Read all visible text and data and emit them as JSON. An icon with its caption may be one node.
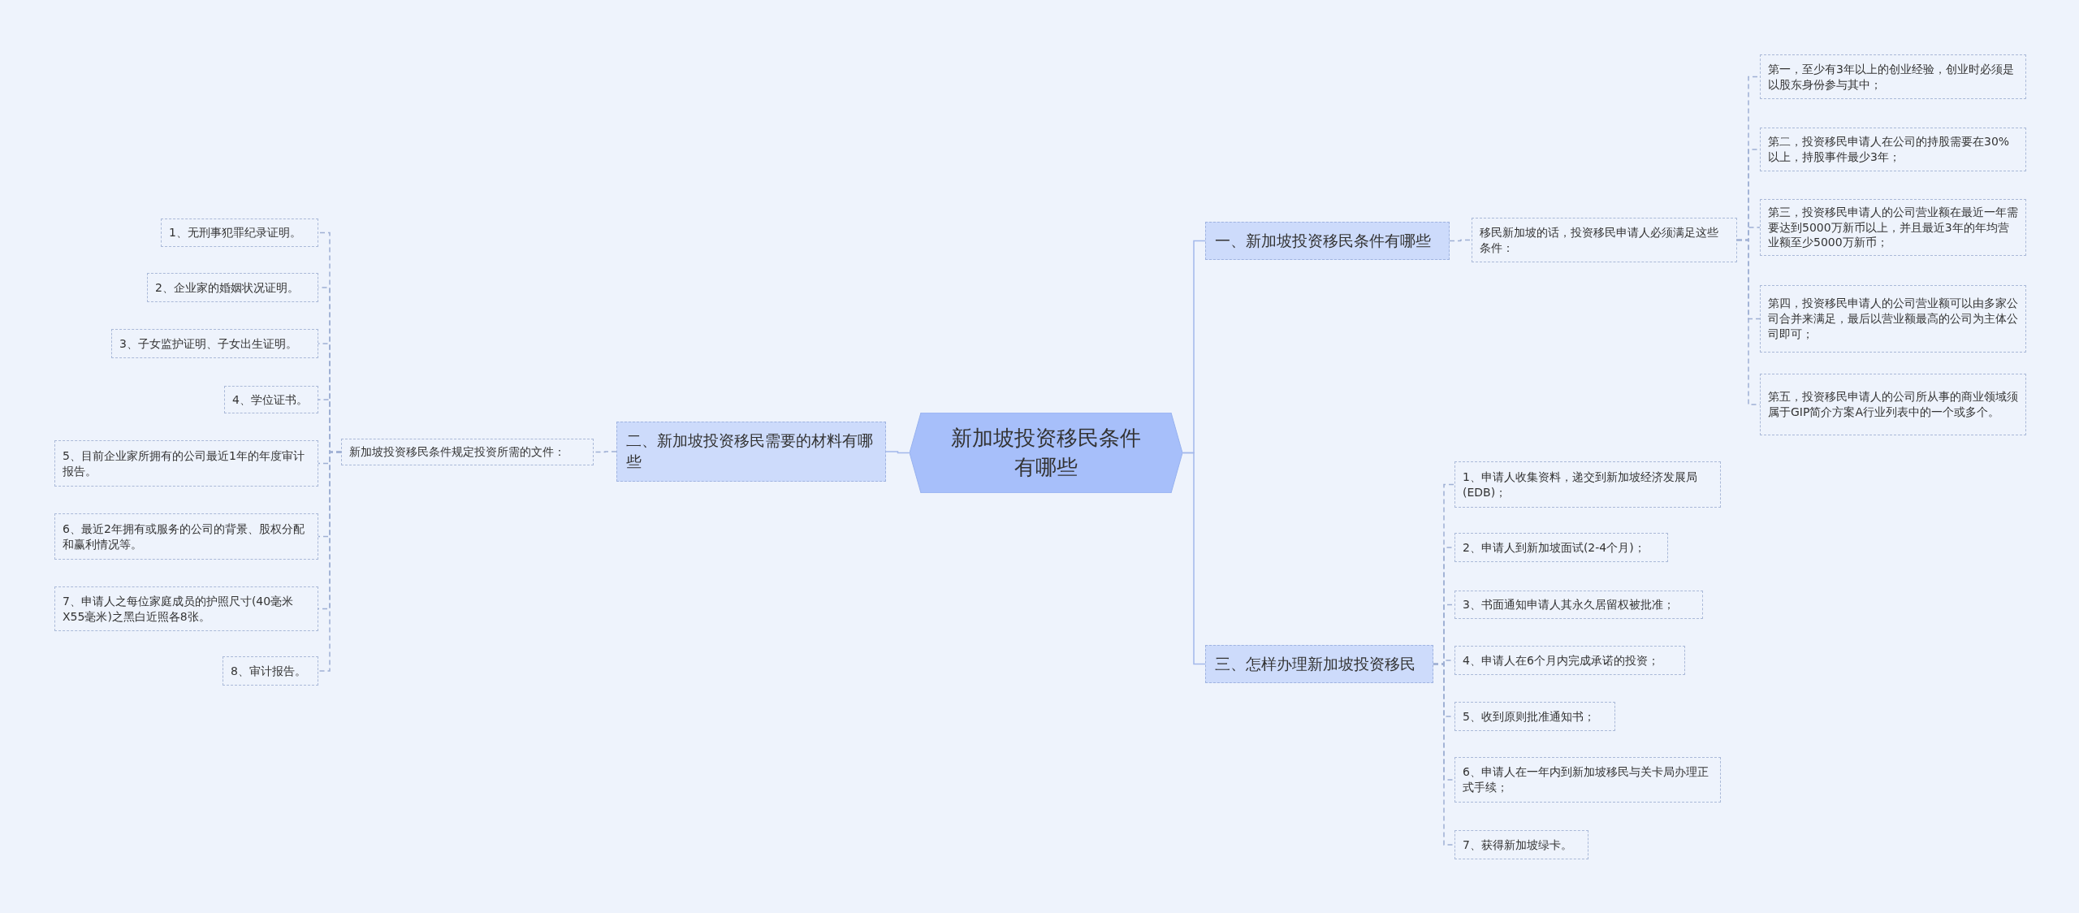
{
  "diagram": {
    "nodes": [
      {
        "text": [
          "新加坡投资移民条件有哪些"
        ]
      },
      {
        "text": [
          "一、新加坡投资移民条件有哪些"
        ]
      },
      {
        "text": [
          "移民新加坡的话，投资移民申请人必须满足这些条件："
        ]
      },
      {
        "text": [
          "第一，至少有3年以上的创业经验，创业时必须是以股东身份参与其中；"
        ]
      },
      {
        "text": [
          "第二，投资移民申请人在公司的持股需要在30%以上，持股事件最少3年；"
        ]
      },
      {
        "text": [
          "第三，投资移民申请人的公司营业额在最近一年需要达到5000万新币以上，并且最近3年的年均营业额至少5000万新币；"
        ]
      },
      {
        "text": [
          "第四，投资移民申请人的公司营业额可以由多家公司合并来满足，最后以营业额最高的公司为主体公司即可；"
        ]
      },
      {
        "text": [
          "第五，投资移民申请人的公司所从事的商业领域须属于GIP简介方案A行业列表中的一个或多个。"
        ]
      },
      {
        "text": [
          "三、怎样办理新加坡投资移民"
        ]
      },
      {
        "text": [
          "1、申请人收集资料，递交到新加坡经济发展局(EDB)；"
        ]
      },
      {
        "text": [
          "2、申请人到新加坡面试(2-4个月)；"
        ]
      },
      {
        "text": [
          "3、书面通知申请人其永久居留权被批准；"
        ]
      },
      {
        "text": [
          "4、申请人在6个月内完成承诺的投资；"
        ]
      },
      {
        "text": [
          "5、收到原则批准通知书；"
        ]
      },
      {
        "text": [
          "6、申请人在一年内到新加坡移民与关卡局办理正式手续；"
        ]
      },
      {
        "text": [
          "7、获得新加坡绿卡。"
        ]
      },
      {
        "text": [
          "二、新加坡投资移民需要的材料有哪些"
        ]
      },
      {
        "text": [
          "新加坡投资移民条件规定投资所需的文件："
        ]
      },
      {
        "text": [
          "1、无刑事犯罪纪录证明。"
        ]
      },
      {
        "text": [
          "2、企业家的婚姻状况证明。"
        ]
      },
      {
        "text": [
          "3、子女监护证明、子女出生证明。"
        ]
      },
      {
        "text": [
          "4、学位证书。"
        ]
      },
      {
        "text": [
          "5、目前企业家所拥有的公司最近1年的年度审计报告。"
        ]
      },
      {
        "text": [
          "6、最近2年拥有或服务的公司的背景、股权分配和赢利情况等。"
        ]
      },
      {
        "text": [
          "7、申请人之每位家庭成员的护照尺寸(40毫米X55毫米)之黑白近照各8张。"
        ]
      },
      {
        "text": [
          "8、审计报告。"
        ]
      }
    ],
    "edges": [
      {
        "from": 0,
        "to": 1,
        "arrow": "none"
      },
      {
        "from": 1,
        "to": 2,
        "arrow": "none",
        "style": "dashed"
      },
      {
        "from": 2,
        "to": 3,
        "arrow": "none",
        "style": "dashed"
      },
      {
        "from": 2,
        "to": 4,
        "arrow": "none",
        "style": "dashed"
      },
      {
        "from": 2,
        "to": 5,
        "arrow": "none",
        "style": "dashed"
      },
      {
        "from": 2,
        "to": 6,
        "arrow": "none",
        "style": "dashed"
      },
      {
        "from": 2,
        "to": 7,
        "arrow": "none",
        "style": "dashed"
      },
      {
        "from": 0,
        "to": 8,
        "arrow": "none"
      },
      {
        "from": 8,
        "to": 9,
        "arrow": "none",
        "style": "dashed"
      },
      {
        "from": 8,
        "to": 10,
        "arrow": "none",
        "style": "dashed"
      },
      {
        "from": 8,
        "to": 11,
        "arrow": "none",
        "style": "dashed"
      },
      {
        "from": 8,
        "to": 12,
        "arrow": "none",
        "style": "dashed"
      },
      {
        "from": 8,
        "to": 13,
        "arrow": "none",
        "style": "dashed"
      },
      {
        "from": 8,
        "to": 14,
        "arrow": "none",
        "style": "dashed"
      },
      {
        "from": 8,
        "to": 15,
        "arrow": "none",
        "style": "dashed"
      },
      {
        "from": 0,
        "to": 16,
        "arrow": "none"
      },
      {
        "from": 16,
        "to": 17,
        "arrow": "none",
        "style": "dashed"
      },
      {
        "from": 17,
        "to": 18,
        "arrow": "none",
        "style": "dashed"
      },
      {
        "from": 17,
        "to": 19,
        "arrow": "none",
        "style": "dashed"
      },
      {
        "from": 17,
        "to": 20,
        "arrow": "none",
        "style": "dashed"
      },
      {
        "from": 17,
        "to": 21,
        "arrow": "none",
        "style": "dashed"
      },
      {
        "from": 17,
        "to": 22,
        "arrow": "none",
        "style": "dashed"
      },
      {
        "from": 17,
        "to": 23,
        "arrow": "none",
        "style": "dashed"
      },
      {
        "from": 17,
        "to": 24,
        "arrow": "none",
        "style": "dashed"
      },
      {
        "from": 17,
        "to": 25,
        "arrow": "none",
        "style": "dashed"
      }
    ]
  }
}
